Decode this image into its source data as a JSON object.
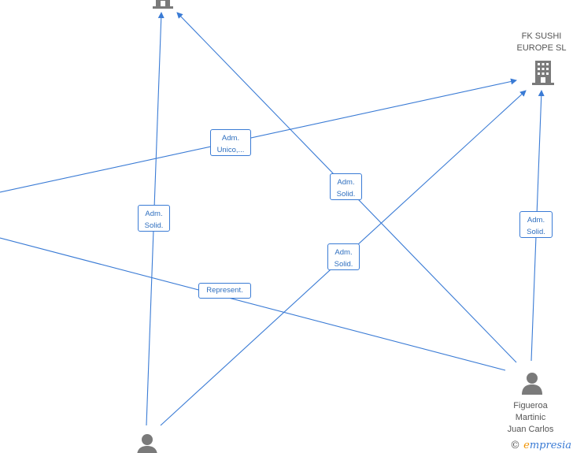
{
  "nodes": {
    "fk_sushi": {
      "name_line1": "FK SUSHI",
      "name_line2": "EUROPE  SL",
      "icon": "building-icon"
    },
    "top_company": {
      "icon": "building-icon"
    },
    "figueroa": {
      "name_line1": "Figueroa",
      "name_line2": "Martinic",
      "name_line3": "Juan Carlos",
      "icon": "person-icon"
    },
    "bottom_person": {
      "icon": "person-icon"
    }
  },
  "relations": [
    {
      "id": "adm-unico",
      "line1": "Adm.",
      "line2": "Unico,..."
    },
    {
      "id": "adm-solid-1",
      "line1": "Adm.",
      "line2": "Solid."
    },
    {
      "id": "adm-solid-2",
      "line1": "Adm.",
      "line2": "Solid."
    },
    {
      "id": "adm-solid-3",
      "line1": "Adm.",
      "line2": "Solid."
    },
    {
      "id": "adm-solid-4",
      "line1": "Adm.",
      "line2": "Solid."
    },
    {
      "id": "represent",
      "line1": "Represent."
    }
  ],
  "watermark": {
    "copyright": "©",
    "brand_initial": "e",
    "brand_rest": "mpresia"
  },
  "colors": {
    "edge": "#3a7bd5",
    "icon": "#7a7a7a"
  }
}
